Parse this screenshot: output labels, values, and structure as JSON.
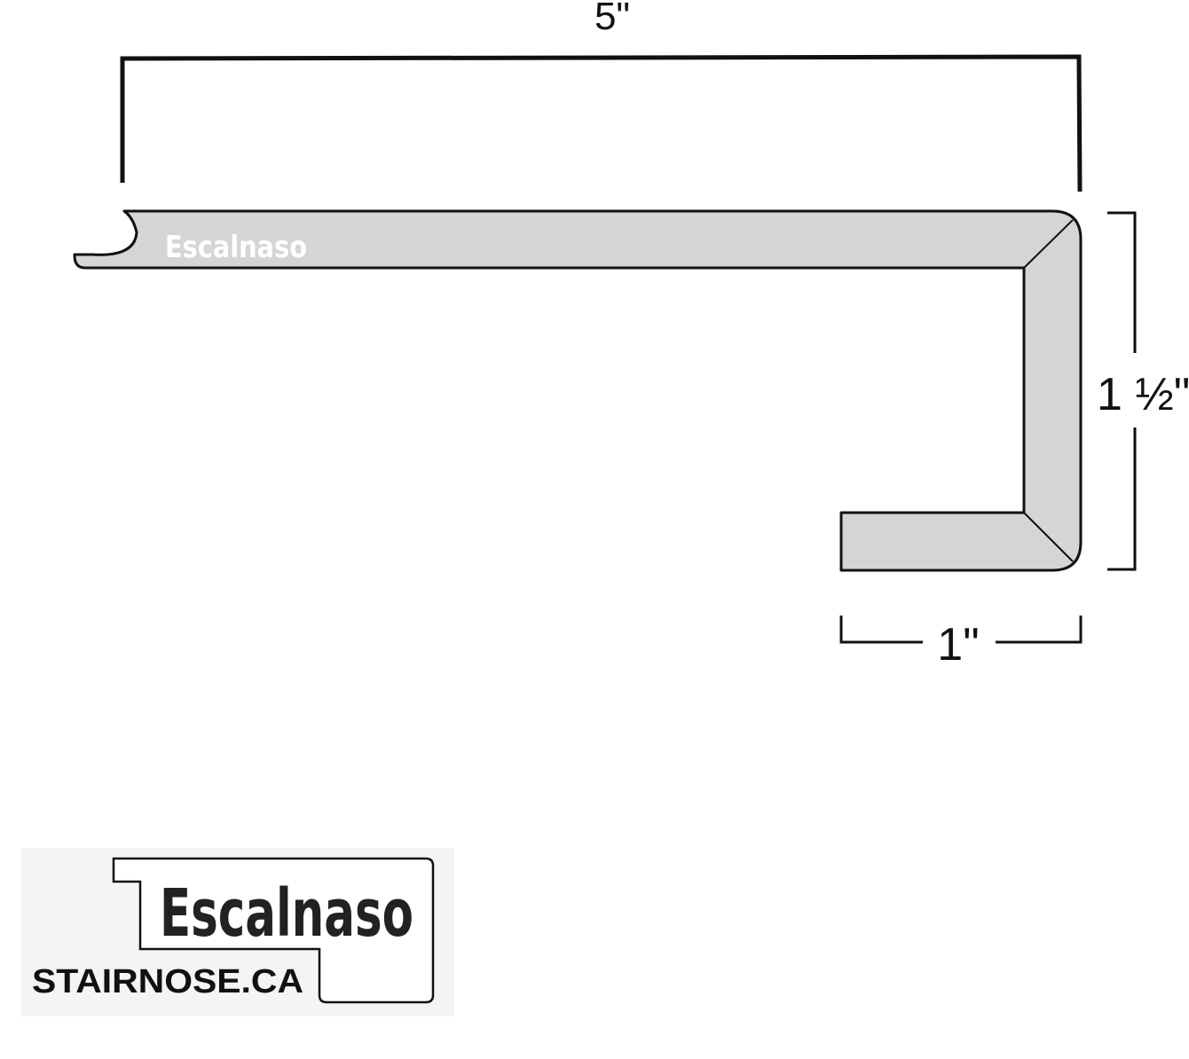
{
  "diagram": {
    "dimensions": {
      "width_label": "5\"",
      "height_label": "1 ½\"",
      "depth_label": "1\""
    },
    "profile": {
      "brand_text": "Escalnaso"
    },
    "logo": {
      "brand_text": "Escalnaso",
      "site_text": "STAIRNOSE.CA"
    },
    "colors": {
      "profile_fill": "#d4d5d6",
      "outline": "#111111",
      "background": "#ffffff"
    }
  }
}
